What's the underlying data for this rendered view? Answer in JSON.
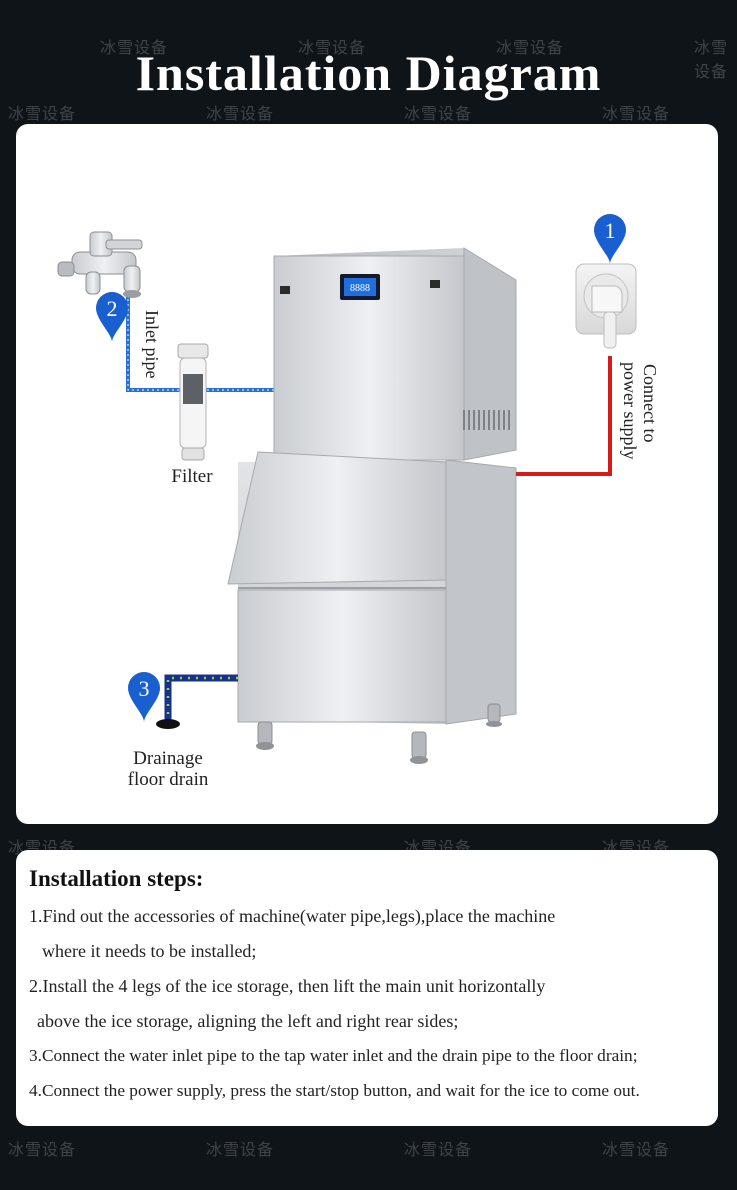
{
  "title": "Installation Diagram",
  "watermark": "冰雪设备",
  "diagram": {
    "labels": {
      "inlet_pipe": "Inlet pipe",
      "filter": "Filter",
      "power_line1": "Connect to",
      "power_line2": "power supply",
      "drain_line1": "Drainage",
      "drain_line2": "floor drain"
    },
    "markers": [
      "1",
      "2",
      "3"
    ],
    "display_readout": "8888",
    "colors": {
      "water_pipe": "#2a6fd6",
      "power_cable": "#d61b1b",
      "marker": "#1a5fd0"
    }
  },
  "steps": {
    "title": "Installation steps:",
    "lines": [
      "1.Find out the accessories of machine(water pipe,legs),place the machine",
      "where it needs to be installed;",
      "2.Install the 4 legs of the ice storage, then lift the main unit horizontally",
      "above the ice storage, aligning the left and right rear sides;",
      "3.Connect the water inlet pipe to the tap water inlet and the drain pipe to the floor drain;",
      "4.Connect the power supply, press the start/stop button, and wait for the ice to come out."
    ]
  }
}
